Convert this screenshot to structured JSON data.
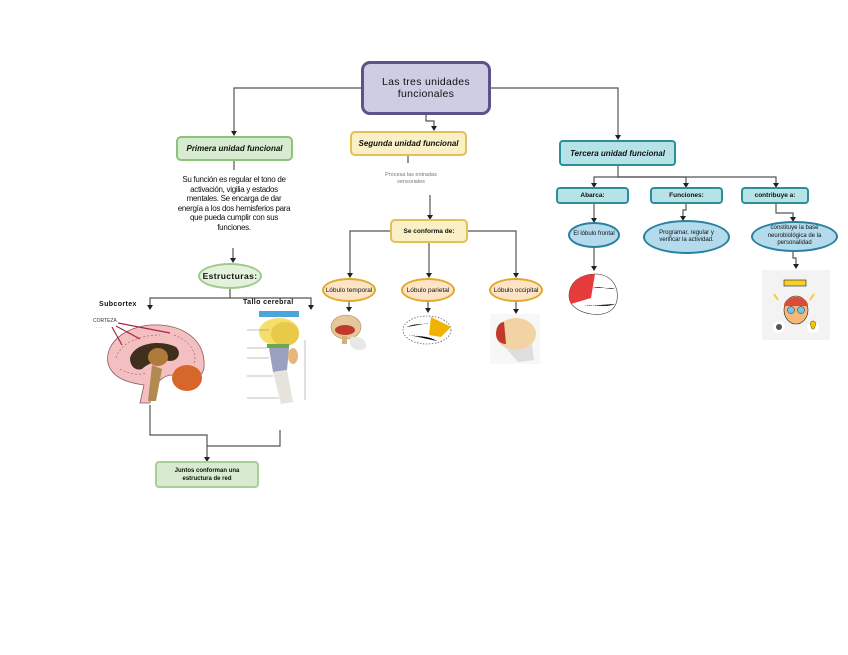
{
  "diagram": {
    "title": "Las tres unidades funcionales",
    "units": [
      {
        "label": "Primera unidad funcional",
        "description": "Su función es regular el tono de activación, vigilia y estados mentales. Se encarga de dar energía a los dos hemisferios para que pueda cumplir con sus funciones.",
        "structures_label": "Estructuras:",
        "structures": [
          {
            "label": "Subcortex",
            "image": "brain-sagittal-section",
            "image_caption": "CORTEZA"
          },
          {
            "label": "Tallo cerebral",
            "image": "brainstem-diagram",
            "image_caption": "Tallo cerebral"
          }
        ],
        "result": "Juntos conforman una estructura de red"
      },
      {
        "label": "Segunda unidad funcional",
        "description": "Procesa las entradas sensoriales",
        "composed_label": "Se conforma de:",
        "lobes": [
          {
            "label": "Lóbulo temporal",
            "image": "temporal-lobe-brain"
          },
          {
            "label": "Lóbulo parietal",
            "image": "parietal-lobe-brain"
          },
          {
            "label": "Lóbulo occipital",
            "image": "occipital-lobe-brain"
          }
        ]
      },
      {
        "label": "Tercera unidad funcional",
        "branches": [
          {
            "label": "Abarca:",
            "detail": "El lóbulo frontal",
            "image": "frontal-lobe-brain"
          },
          {
            "label": "Funciones:",
            "detail": "Programar, regular y verificar la actividad."
          },
          {
            "label": "contribuye a:",
            "detail": "constituye la base neurobiológica de la personalidad",
            "image": "thinking-head-illustration"
          }
        ]
      }
    ]
  },
  "colors": {
    "root_fill": "#cfcde4",
    "root_border": "#5b5389",
    "unit1_fill": "#d6ebcf",
    "unit1_border": "#8dc27c",
    "unit2_fill": "#fbefc6",
    "unit2_border": "#e2c05c",
    "unit3_fill": "#b6e3e7",
    "unit3_border": "#2a8f97",
    "connector": "#555555"
  }
}
